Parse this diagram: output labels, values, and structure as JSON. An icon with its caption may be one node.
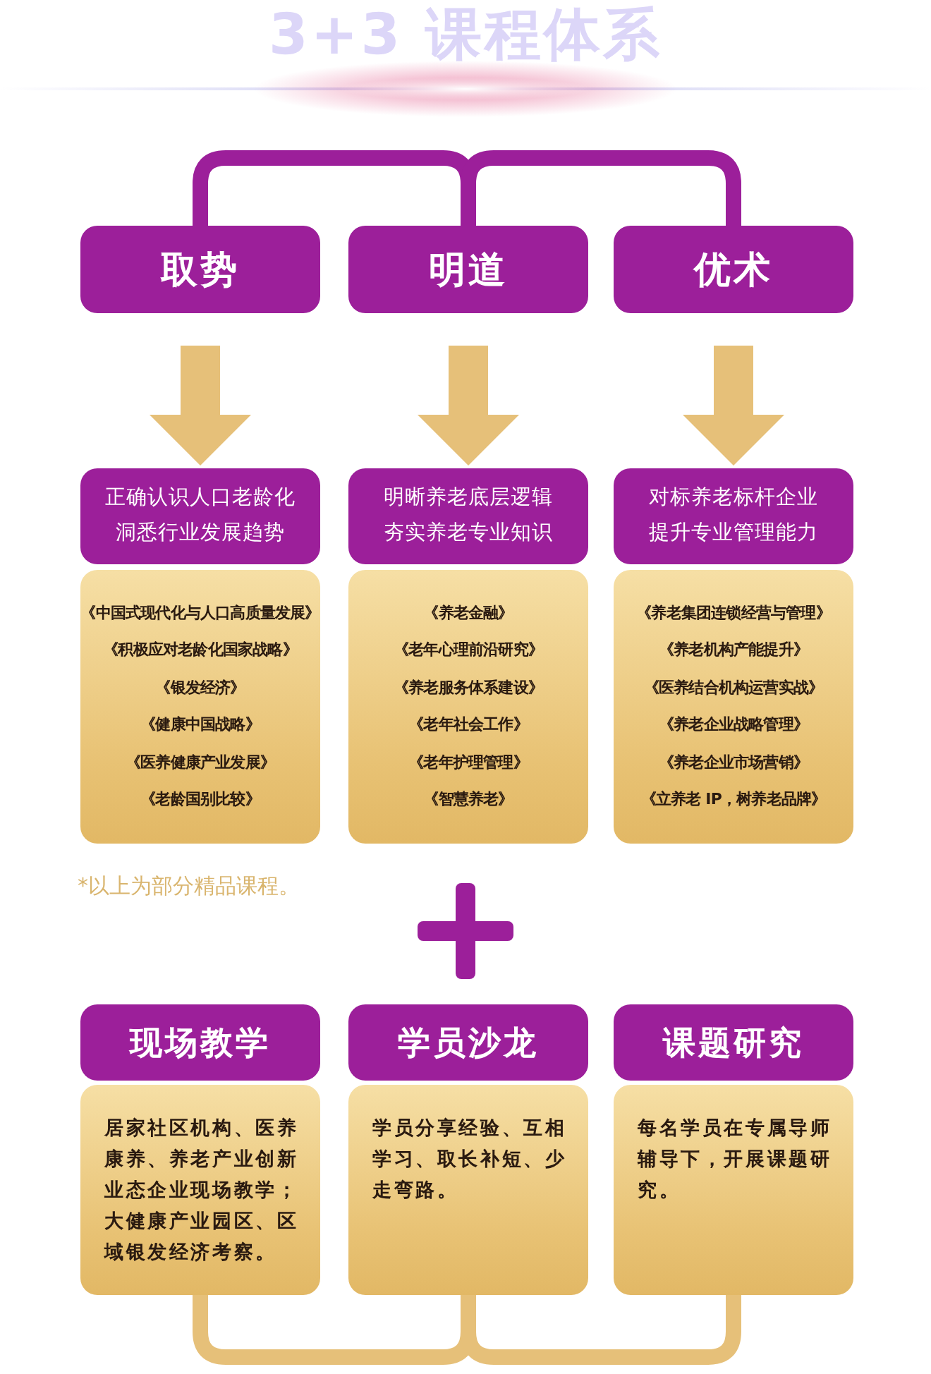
{
  "diagram": {
    "title": "3+3 课程体系",
    "nodes": [
      {
        "text": [
          "取势"
        ]
      },
      {
        "text": [
          "明道"
        ]
      },
      {
        "text": [
          "优术"
        ]
      },
      {
        "text": [
          "正确认识人口老龄化洞悉行业发展趋势"
        ]
      },
      {
        "text": [
          "明晰养老底层逻辑夯实养老专业知识"
        ]
      },
      {
        "text": [
          "对标养老标杆企业提升专业管理能力"
        ]
      },
      {
        "text": [
          "《中国式现代化与人口高质量发展》",
          "《积极应对老龄化国家战略》",
          "《银发经济》",
          "《健康中国战略》",
          "《医养健康产业发展》",
          "《老龄国别比较》"
        ]
      },
      {
        "text": [
          "《养老金融》",
          "《老年心理前沿研究》",
          "《养老服务体系建设》",
          "《老年社会工作》",
          "《老年护理管理》",
          "《智慧养老》"
        ]
      },
      {
        "text": [
          "《养老集团连锁经营与管理》",
          "《养老机构产能提升》",
          "《医养结合机构运营实战》",
          "《养老企业战略管理》",
          "《养老企业市场营销》",
          "《立养老 IP，树养老品牌》"
        ]
      },
      {
        "text": [
          "现场教学"
        ]
      },
      {
        "text": [
          "学员沙龙"
        ]
      },
      {
        "text": [
          "课题研究"
        ]
      },
      {
        "text": [
          "居家社区机构、医养康养、养老产业创新业态企业现场教学；大健康产业园区、区域银发经济考察。"
        ]
      },
      {
        "text": [
          "学员分享经验、互相学习、取长补短、少走弯路。"
        ]
      },
      {
        "text": [
          "每名学员在专属导师辅导下，开展课题研究。"
        ]
      }
    ],
    "edges": [
      {
        "from": 0,
        "to": 1,
        "arrow": "none",
        "color": "#9c1f9a"
      },
      {
        "from": 1,
        "to": 2,
        "arrow": "none",
        "color": "#9c1f9a"
      },
      {
        "from": 0,
        "to": 3,
        "arrow": "to",
        "style": "thick"
      },
      {
        "from": 1,
        "to": 4,
        "arrow": "to",
        "style": "thick"
      },
      {
        "from": 2,
        "to": 5,
        "arrow": "to",
        "style": "thick"
      },
      {
        "from": 12,
        "to": 13,
        "arrow": "none",
        "color": "#e6c079"
      },
      {
        "from": 13,
        "to": 14,
        "arrow": "none",
        "color": "#e6c079"
      }
    ],
    "labels": [
      "*以上为部分精品课程。"
    ]
  }
}
